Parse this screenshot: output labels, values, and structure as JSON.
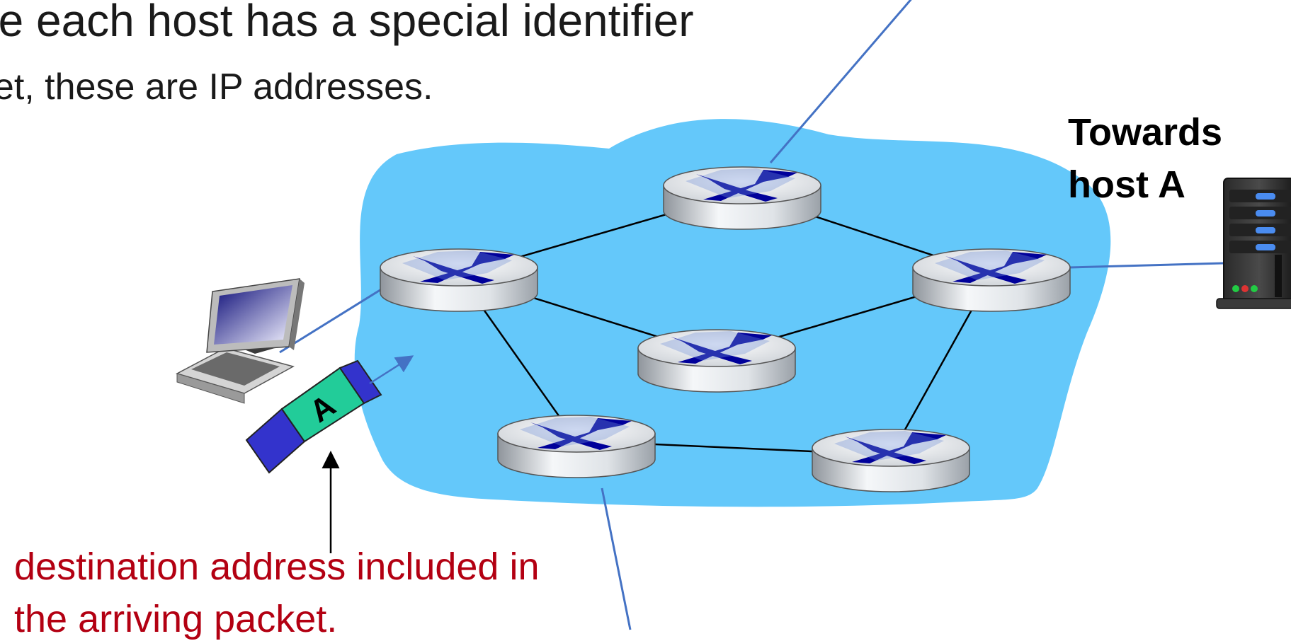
{
  "slide": {
    "headline": "ne each host has a special identifier",
    "subline": "net, these are IP addresses."
  },
  "labels": {
    "towards_line1": "Towards",
    "towards_line2": "host A",
    "packet_dest": "A",
    "note_line1": "destination address included in",
    "note_line2": "the arriving packet."
  },
  "icons": {
    "router": "router-icon",
    "computer": "desktop-computer-icon",
    "server": "server-tower-icon",
    "packet": "packet-icon"
  },
  "colors": {
    "network_cloud": "#64c8fa",
    "router_arrows": "#00009a",
    "access_link": "#4472c4",
    "packet_header": "#3333cc",
    "packet_payload": "#22cc99",
    "note_text": "#b30012"
  }
}
